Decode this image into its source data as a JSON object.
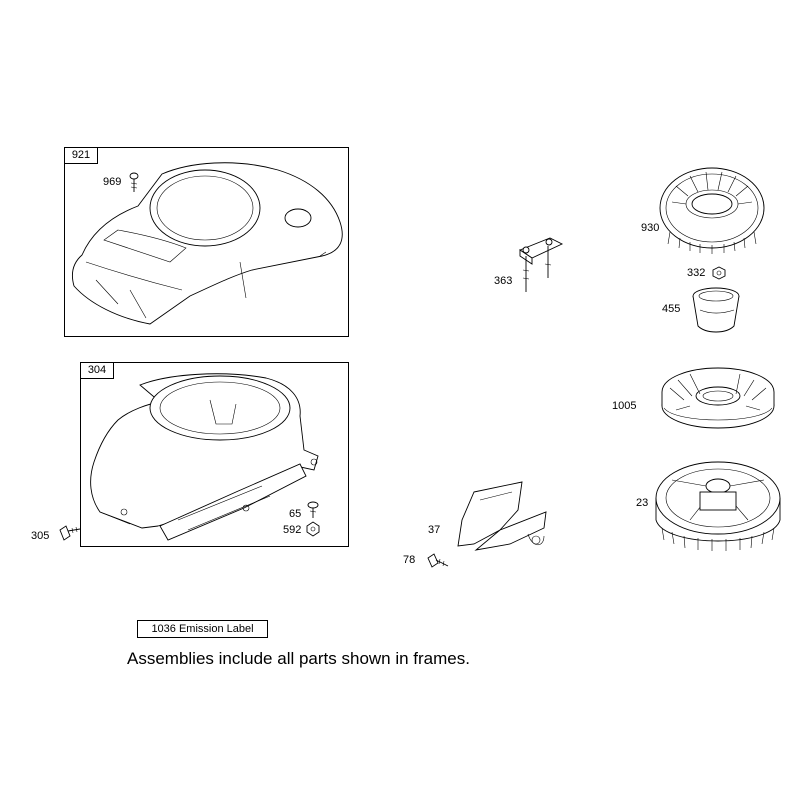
{
  "frames": {
    "shroud_top": {
      "tag": "921"
    },
    "blower_housing": {
      "tag": "304"
    }
  },
  "callouts": {
    "p969": "969",
    "p930": "930",
    "p363": "363",
    "p332": "332",
    "p455": "455",
    "p1005": "1005",
    "p23": "23",
    "p305": "305",
    "p65": "65",
    "p592": "592",
    "p37": "37",
    "p78": "78"
  },
  "emission_label": "1036 Emission Label",
  "note": "Assemblies include all parts shown in frames."
}
